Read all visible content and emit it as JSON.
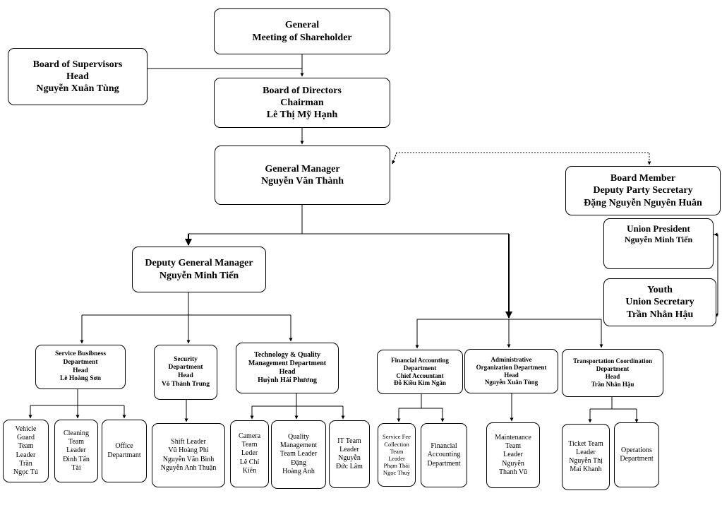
{
  "top": {
    "gms": [
      "General",
      "Meeting of Shareholder"
    ],
    "supervisors": [
      "Board of Supervisors",
      "Head",
      "Nguyễn Xuân Tùng"
    ],
    "directors": [
      "Board of Directors",
      "Chairman",
      "Lê Thị Mỹ Hạnh"
    ],
    "gm": [
      "General Manager",
      "Nguyễn Văn Thành"
    ],
    "board_member": [
      "Board Member",
      "Deputy Party Secretary",
      "Đặng Nguyễn Nguyên Huân"
    ],
    "union_president": [
      "Union President",
      "Nguyễn Minh Tiến"
    ],
    "youth": [
      "Youth",
      "Union Secretary",
      "Trần Nhân Hậu"
    ],
    "dgm": [
      "Deputy General Manager",
      "Nguyễn Minh Tiến"
    ]
  },
  "departments": {
    "service": [
      "Service Busibness",
      "Department",
      "Head",
      "Lê Hoàng Sơn"
    ],
    "security": [
      "Security",
      "Department",
      "Head",
      "Võ Thành Trung"
    ],
    "tech": [
      "Technology & Quality",
      "Management Department",
      "Head",
      "Huỳnh Hải Phương"
    ],
    "finance": [
      "Financial Accounting",
      "Department",
      "Chief Accountant",
      "Đỗ Kiều Kim Ngân"
    ],
    "admin": [
      "Administrative",
      "Organization Department",
      "Head",
      "Nguyễn Xuân Tùng"
    ],
    "transport": [
      "Transportation Coordination",
      "Department",
      "Head",
      "Trần Nhân Hậu"
    ]
  },
  "teams": {
    "vehicle": [
      "Vehicle",
      "Guard",
      "Team",
      "Leader",
      "Trần",
      "Ngọc Tú"
    ],
    "cleaning": [
      "Cleaning",
      "Team",
      "Leader",
      "Đinh Tấn",
      "Tài"
    ],
    "office": [
      "Office",
      "Departmant"
    ],
    "shift": [
      "Shift Leader",
      "Vũ Hoàng Phi",
      "Nguyễn Văn Bình",
      "Nguyễn Anh Thuận"
    ],
    "camera": [
      "Camera",
      "Team",
      "Leder",
      "Lê Chí",
      "Kiên"
    ],
    "quality": [
      "Quality",
      "Management",
      "Team Leader",
      "Đặng",
      "Hoàng Anh"
    ],
    "it": [
      "IT Team",
      "Leader",
      "Nguyễn",
      "Đức Lâm"
    ],
    "service_fee": [
      "Service Fee",
      "Collection",
      "Team",
      "Leader",
      "Phạm Thái",
      "Ngọc Thuỳ"
    ],
    "fin_dept": [
      "Financial",
      "Accounting",
      "Department"
    ],
    "maintenance": [
      "Maintenance",
      "Team",
      "Leader",
      "Nguyễn",
      "Thanh Vũ"
    ],
    "ticket": [
      "Ticket Team",
      "Leader",
      "Nguyễn Thị",
      "Mai Khanh"
    ],
    "operations": [
      "Operations",
      "Department"
    ]
  }
}
